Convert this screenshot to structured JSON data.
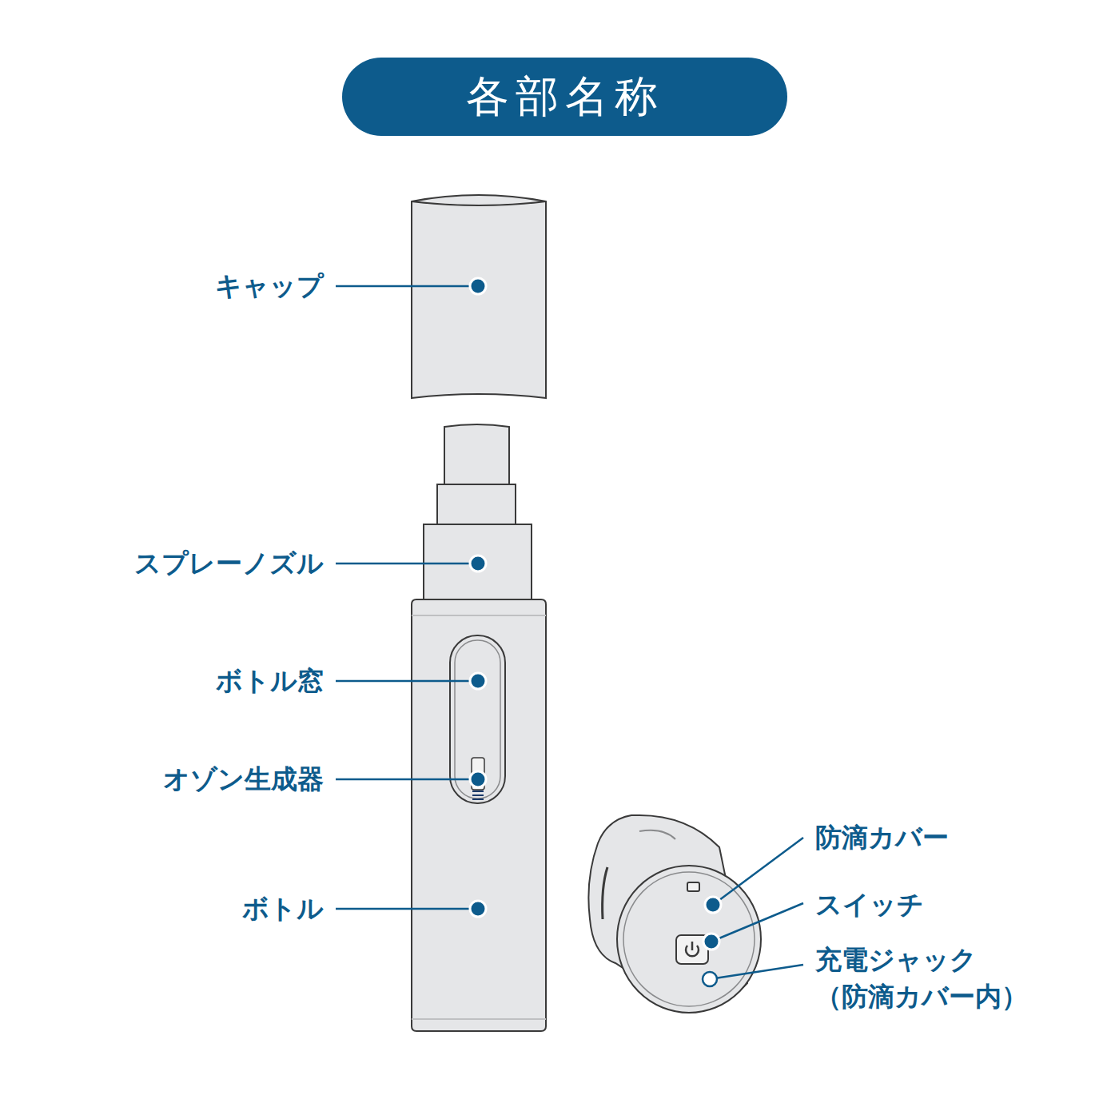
{
  "diagram": {
    "title": "各部名称",
    "labels": [
      "キャップ",
      "スプレーノズル",
      "ボトル窓",
      "オゾン生成器",
      "ボトル",
      "防滴カバー",
      "スイッチ",
      "充電ジャック （防滴カバー内）"
    ]
  }
}
